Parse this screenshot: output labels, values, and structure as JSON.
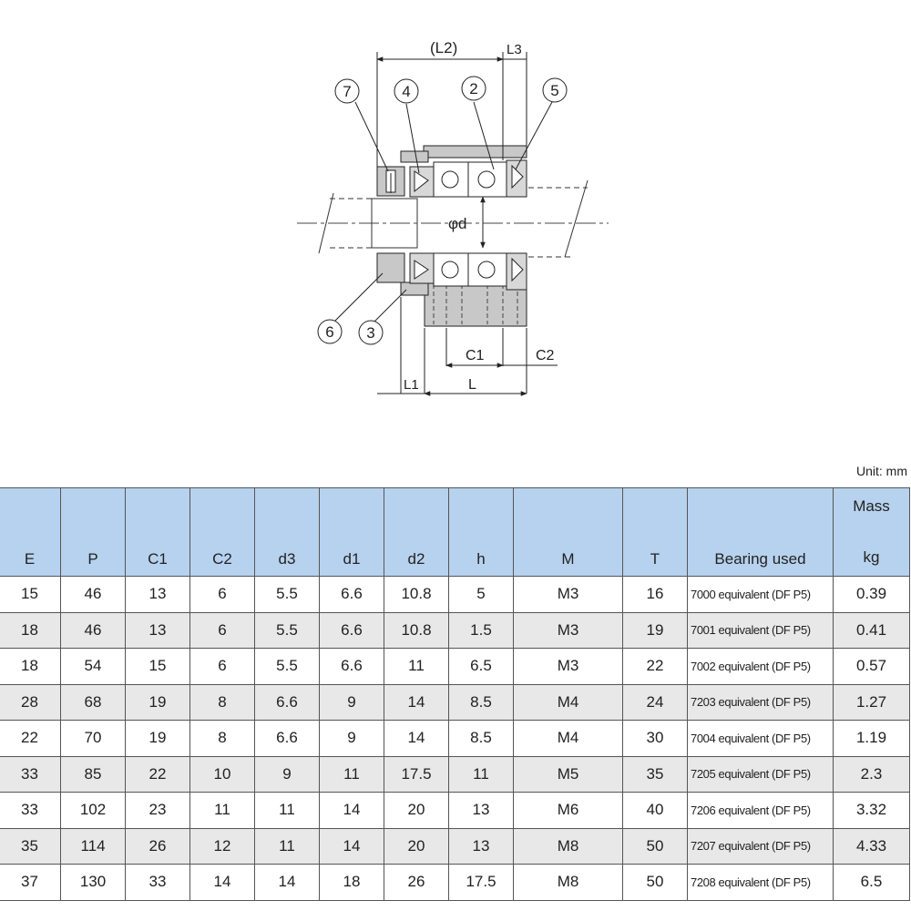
{
  "diagram": {
    "dims": {
      "l2": "(L2)",
      "l3": "L3",
      "c1": "C1",
      "c2": "C2",
      "l1": "L1",
      "l": "L",
      "phi_d": "φd"
    },
    "part_numbers": [
      "7",
      "4",
      "2",
      "5",
      "6",
      "3"
    ]
  },
  "unit_label": "Unit: mm",
  "table": {
    "headers": [
      "E",
      "P",
      "C1",
      "C2",
      "d3",
      "d1",
      "d2",
      "h",
      "M",
      "T",
      "Bearing used"
    ],
    "mass_header": [
      "Mass",
      "kg"
    ],
    "rows": [
      [
        "15",
        "46",
        "13",
        "6",
        "5.5",
        "6.6",
        "10.8",
        "5",
        "M3",
        "16",
        "7000 equivalent (DF P5)",
        "0.39"
      ],
      [
        "18",
        "46",
        "13",
        "6",
        "5.5",
        "6.6",
        "10.8",
        "1.5",
        "M3",
        "19",
        "7001 equivalent (DF P5)",
        "0.41"
      ],
      [
        "18",
        "54",
        "15",
        "6",
        "5.5",
        "6.6",
        "11",
        "6.5",
        "M3",
        "22",
        "7002 equivalent (DF P5)",
        "0.57"
      ],
      [
        "28",
        "68",
        "19",
        "8",
        "6.6",
        "9",
        "14",
        "8.5",
        "M4",
        "24",
        "7203 equivalent (DF P5)",
        "1.27"
      ],
      [
        "22",
        "70",
        "19",
        "8",
        "6.6",
        "9",
        "14",
        "8.5",
        "M4",
        "30",
        "7004 equivalent (DF P5)",
        "1.19"
      ],
      [
        "33",
        "85",
        "22",
        "10",
        "9",
        "11",
        "17.5",
        "11",
        "M5",
        "35",
        "7205 equivalent (DF P5)",
        "2.3"
      ],
      [
        "33",
        "102",
        "23",
        "11",
        "11",
        "14",
        "20",
        "13",
        "M6",
        "40",
        "7206 equivalent (DF P5)",
        "3.32"
      ],
      [
        "35",
        "114",
        "26",
        "12",
        "11",
        "14",
        "20",
        "13",
        "M8",
        "50",
        "7207 equivalent (DF P5)",
        "4.33"
      ],
      [
        "37",
        "130",
        "33",
        "14",
        "14",
        "18",
        "26",
        "17.5",
        "M8",
        "50",
        "7208 equivalent (DF P5)",
        "6.5"
      ]
    ]
  }
}
